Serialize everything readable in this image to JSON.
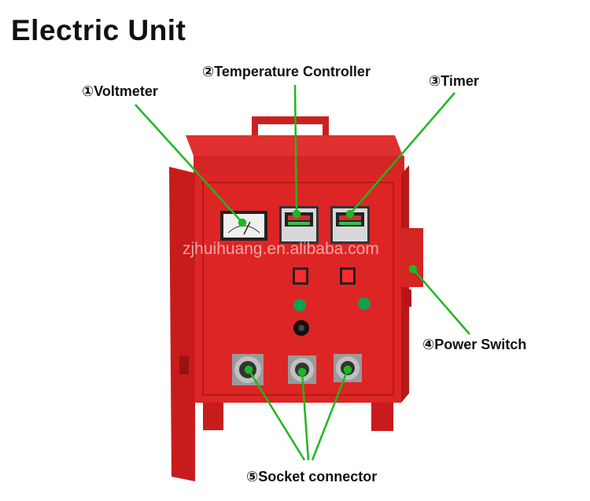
{
  "title": "Electric Unit",
  "watermark": "zjhuihuang.en.alibaba.com",
  "callouts": {
    "voltmeter": "①Voltmeter",
    "temperature_controller": "②Temperature Controller",
    "timer": "③Timer",
    "power_switch": "④Power Switch",
    "socket_connector": "⑤Socket connector"
  },
  "colors": {
    "cabinet_red": "#dd2525",
    "cabinet_shadow": "#b81818",
    "leader_line": "#1fb81f",
    "indicator_green": "#10a050",
    "switch_red": "#ff2a2a"
  }
}
